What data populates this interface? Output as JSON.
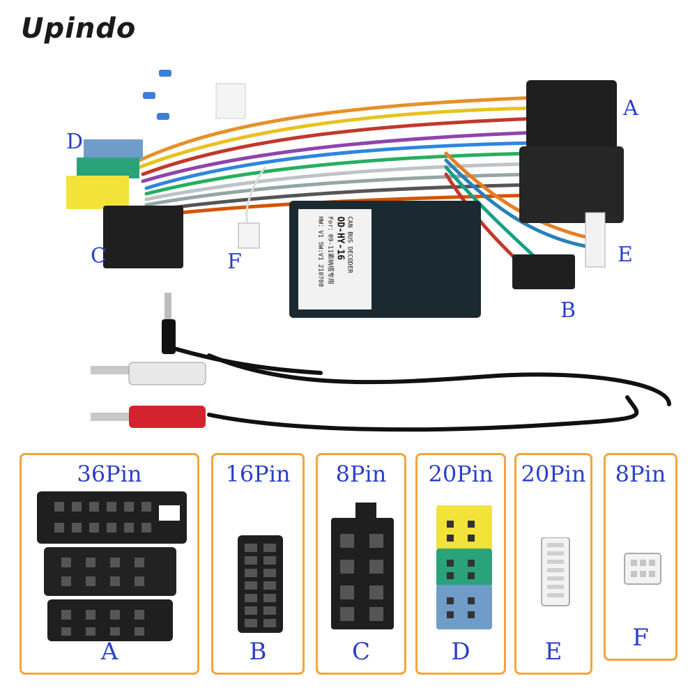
{
  "brand": {
    "logo_text": "Upindo"
  },
  "decoder": {
    "line1": "CAN BUS DECODER",
    "line2": "OD-HY-16",
    "line3": "For：09-11索纳塔专用",
    "line4": "HW：V1  SW:V1  210708"
  },
  "callouts": {
    "a": "A",
    "b": "B",
    "c": "C",
    "d": "D",
    "e": "E",
    "f": "F"
  },
  "panels": [
    {
      "pin": "36Pin",
      "letter": "A"
    },
    {
      "pin": "16Pin",
      "letter": "B"
    },
    {
      "pin": "8Pin",
      "letter": "C"
    },
    {
      "pin": "20Pin",
      "letter": "D"
    },
    {
      "pin": "20Pin",
      "letter": "E"
    },
    {
      "pin": "8Pin",
      "letter": "F"
    }
  ],
  "colors": {
    "label_blue": "#2b3fc9",
    "panel_border": "#f0a63a",
    "connector_black": "#1f1f1f",
    "connector_yellow": "#f2e23a",
    "connector_green": "#2aa27a",
    "connector_blue": "#6f9cc9",
    "rca_red": "#d3232f",
    "rca_white": "#e8e8e8"
  }
}
